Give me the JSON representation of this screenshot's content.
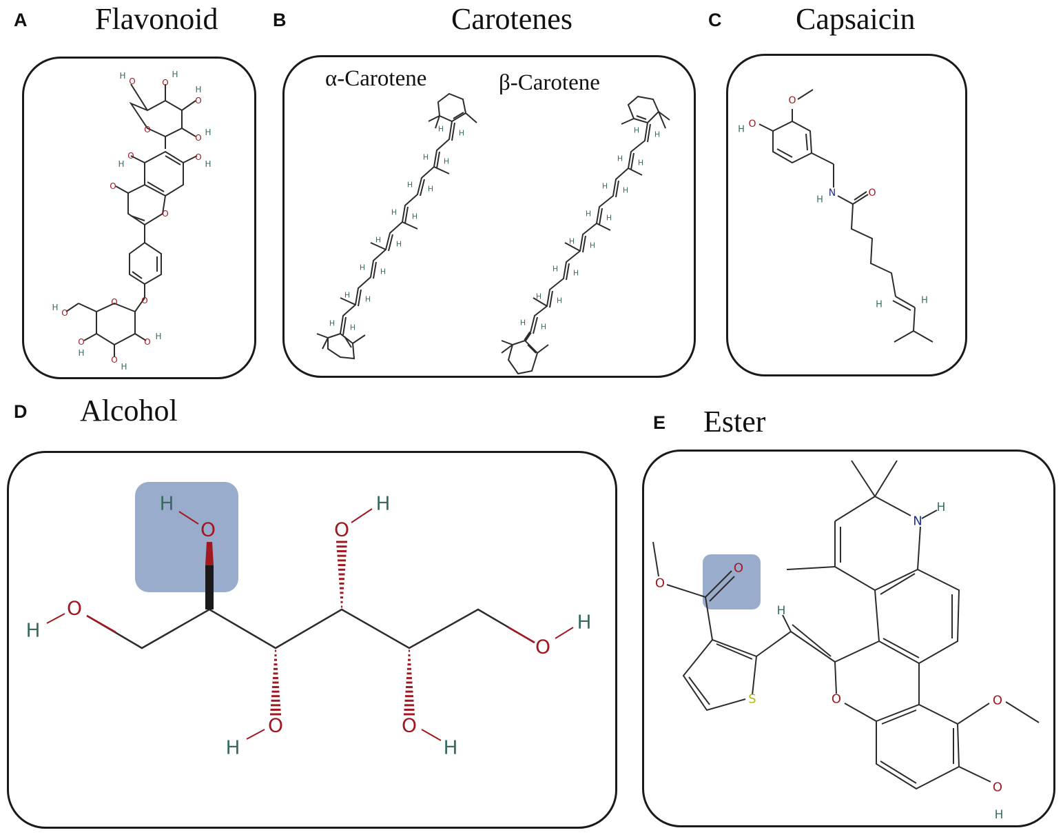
{
  "panels": {
    "A": {
      "label": "A",
      "title": "Flavonoid"
    },
    "B": {
      "label": "B",
      "title": "Carotenes",
      "alpha_label": "α-Carotene",
      "beta_label": "β-Carotene"
    },
    "C": {
      "label": "C",
      "title": "Capsaicin"
    },
    "D": {
      "label": "D",
      "title": "Alcohol"
    },
    "E": {
      "label": "E",
      "title": "Ester"
    }
  },
  "atoms": {
    "oxygen": "O",
    "hydrogen": "H",
    "nitrogen": "N",
    "sulfur": "S"
  },
  "colors": {
    "oxygen": "#a01820",
    "hydrogen": "#3a6b62",
    "nitrogen": "#1f2f8f",
    "sulfur": "#b5b518",
    "highlight": "#9aaccb"
  }
}
